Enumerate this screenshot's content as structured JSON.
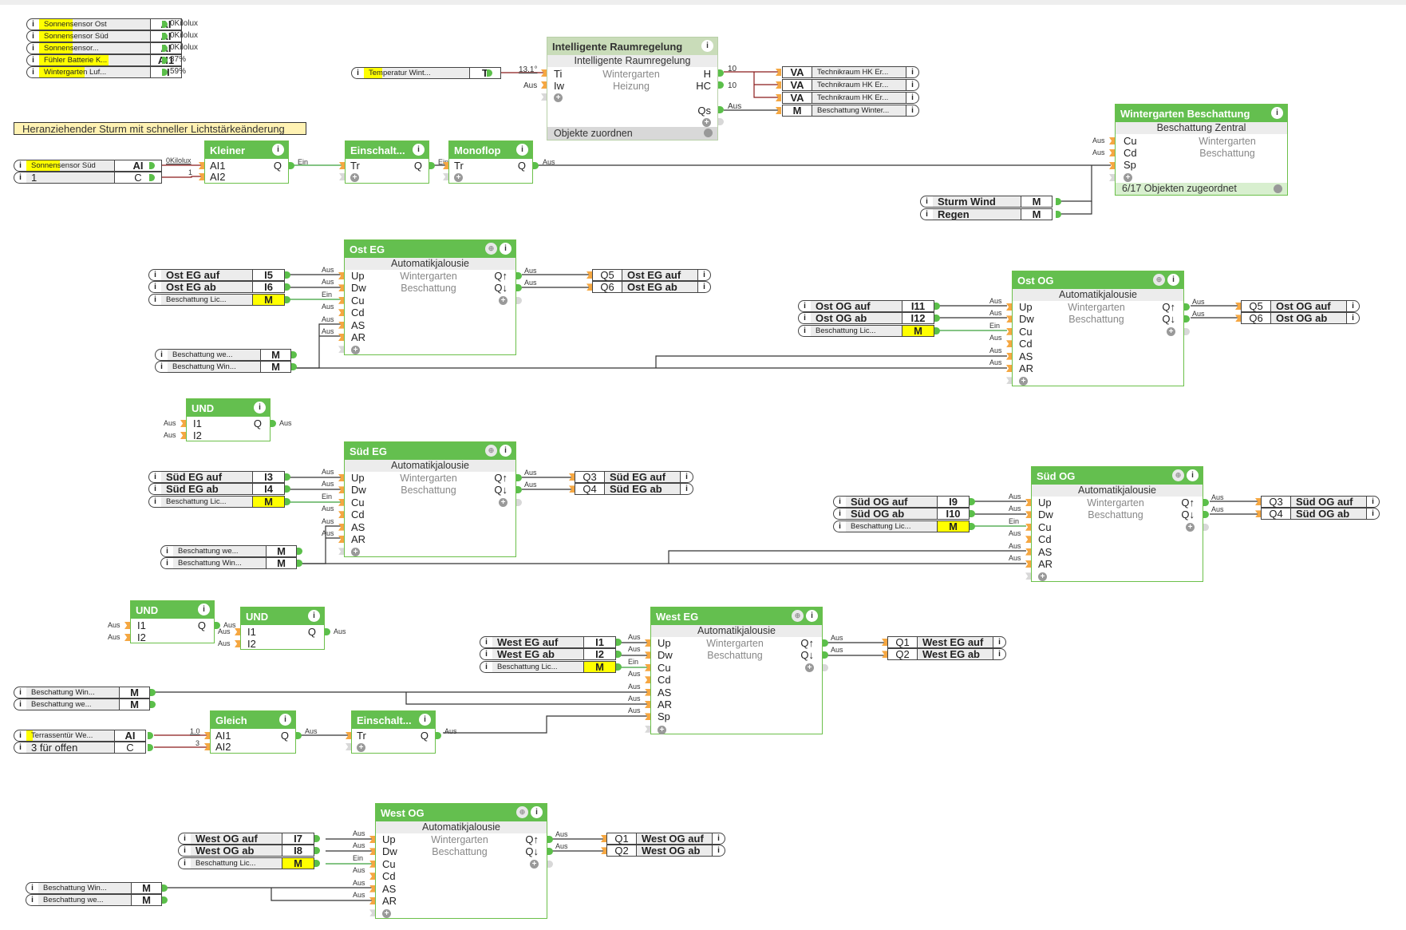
{
  "sensors": [
    {
      "name": "Sonnensensor Ost",
      "code": "AI",
      "value": "0Kilolux"
    },
    {
      "name": "Sonnensensor Süd",
      "code": "AI",
      "value": "0Kilolux"
    },
    {
      "name": "Sonnensensor...",
      "code": "AI",
      "value": "0Kilolux"
    },
    {
      "name": "Fühler Batterie K...",
      "code": "AI1",
      "value": "87%"
    },
    {
      "name": "Wintergarten Luf...",
      "code": "H",
      "value": "59%"
    }
  ],
  "comment": "Heranziehender Sturm mit schneller Lichtstärkeänderung",
  "raumregelung": {
    "title": "Intelligente Raumregelung",
    "subtitle": "Intelligente Raumregelung",
    "desc1": "Wintergarten",
    "desc2": "Heizung",
    "inputs": [
      "Ti",
      "Iw"
    ],
    "outputs": [
      "H",
      "HC",
      "Qs"
    ],
    "footer": "Objekte zuordnen",
    "in_values": [
      "13.1°",
      "Aus"
    ],
    "out_values": [
      "10",
      "10",
      "Aus"
    ],
    "temp_input": {
      "name": "Temperatur Wint...",
      "code": "T"
    },
    "targets": [
      {
        "code": "VA",
        "name": "Technikraum HK Er..."
      },
      {
        "code": "VA",
        "name": "Technikraum HK Er..."
      },
      {
        "code": "VA",
        "name": "Technikraum HK Er..."
      },
      {
        "code": "M",
        "name": "Beschattung Winter..."
      }
    ]
  },
  "sturm_chain": {
    "inputs": [
      {
        "name": "Sonnensensor Süd",
        "code": "AI"
      },
      {
        "name": "1",
        "code": "C"
      }
    ],
    "in_values": [
      "0Kilolux",
      "1"
    ],
    "kleiner": {
      "title": "Kleiner",
      "inputs": [
        "AI1",
        "AI2"
      ],
      "output": "Q",
      "out_value": "Ein"
    },
    "einschalt": {
      "title": "Einschalt...",
      "input": "Tr",
      "output": "Q",
      "out_value": "Ein"
    },
    "monoflop": {
      "title": "Monoflop",
      "input": "Tr",
      "output": "Q",
      "out_value": "Aus"
    }
  },
  "zentral": {
    "title": "Wintergarten Beschattung",
    "subtitle": "Beschattung Zentral",
    "desc1": "Wintergarten",
    "desc2": "Beschattung",
    "inputs": [
      "Cu",
      "Cd",
      "Sp"
    ],
    "in_values": [
      "Aus",
      "Aus"
    ],
    "footer": "6/17 Objekten zugeordnet",
    "objects": [
      {
        "name": "Sturm  Wind",
        "code": "M"
      },
      {
        "name": "Regen",
        "code": "M"
      }
    ]
  },
  "jalousie_common": {
    "subtitle": "Automatikjalousie",
    "desc1": "Wintergarten",
    "desc2": "Beschattung",
    "inputs": [
      "Up",
      "Dw",
      "Cu",
      "Cd",
      "AS",
      "AR"
    ],
    "outputs": [
      "Q↑",
      "Q↓"
    ],
    "in_values": [
      "Aus",
      "Aus",
      "Ein",
      "Aus",
      "Aus",
      "Aus"
    ],
    "out_values": [
      "Aus",
      "Aus"
    ],
    "licht_name": "Beschattung Lic...",
    "licht_code": "M"
  },
  "jalousien": [
    {
      "title": "Ost EG",
      "up": {
        "name": "Ost EG auf",
        "code": "I5"
      },
      "dw": {
        "name": "Ost EG ab",
        "code": "I6"
      },
      "q_up": {
        "code": "Q5",
        "name": "Ost EG auf"
      },
      "q_dw": {
        "code": "Q6",
        "name": "Ost EG ab"
      }
    },
    {
      "title": "Ost OG",
      "up": {
        "name": "Ost OG auf",
        "code": "I11"
      },
      "dw": {
        "name": "Ost OG ab",
        "code": "I12"
      },
      "q_up": {
        "code": "Q5",
        "name": "Ost OG auf"
      },
      "q_dw": {
        "code": "Q6",
        "name": "Ost OG ab"
      }
    },
    {
      "title": "Süd EG",
      "up": {
        "name": "Süd EG auf",
        "code": "I3"
      },
      "dw": {
        "name": "Süd EG ab",
        "code": "I4"
      },
      "q_up": {
        "code": "Q3",
        "name": "Süd EG auf"
      },
      "q_dw": {
        "code": "Q4",
        "name": "Süd EG ab"
      }
    },
    {
      "title": "Süd OG",
      "up": {
        "name": "Süd OG auf",
        "code": "I9"
      },
      "dw": {
        "name": "Süd OG ab",
        "code": "I10"
      },
      "q_up": {
        "code": "Q3",
        "name": "Süd OG auf"
      },
      "q_dw": {
        "code": "Q4",
        "name": "Süd OG ab"
      }
    },
    {
      "title": "West EG",
      "up": {
        "name": "West EG auf",
        "code": "I1"
      },
      "dw": {
        "name": "West EG ab",
        "code": "I2"
      },
      "q_up": {
        "code": "Q1",
        "name": "West EG auf"
      },
      "q_dw": {
        "code": "Q2",
        "name": "West EG ab"
      },
      "extra_input": "Sp"
    },
    {
      "title": "West OG",
      "up": {
        "name": "West OG auf",
        "code": "I7"
      },
      "dw": {
        "name": "West OG ab",
        "code": "I8"
      },
      "q_up": {
        "code": "Q1",
        "name": "West OG auf"
      },
      "q_dw": {
        "code": "Q2",
        "name": "West OG ab"
      }
    }
  ],
  "besch_objects": {
    "we": "Beschattung we...",
    "win": "Beschattung Win...",
    "code": "M"
  },
  "und": {
    "title": "UND",
    "inputs": [
      "I1",
      "I2"
    ],
    "output": "Q",
    "value": "Aus"
  },
  "gleich_chain": {
    "inputs": [
      {
        "name": "Terrassentür We...",
        "code": "AI"
      },
      {
        "name": "3 für offen",
        "code": "C"
      }
    ],
    "in_values": [
      "1.0",
      "3"
    ],
    "gleich": {
      "title": "Gleich",
      "inputs": [
        "AI1",
        "AI2"
      ],
      "output": "Q",
      "out_value": "Aus"
    },
    "einschalt": {
      "title": "Einschalt...",
      "input": "Tr",
      "output": "Q",
      "out_value": "Aus"
    }
  },
  "icons": {
    "info": "i",
    "move": "⊕",
    "plus": "+"
  }
}
